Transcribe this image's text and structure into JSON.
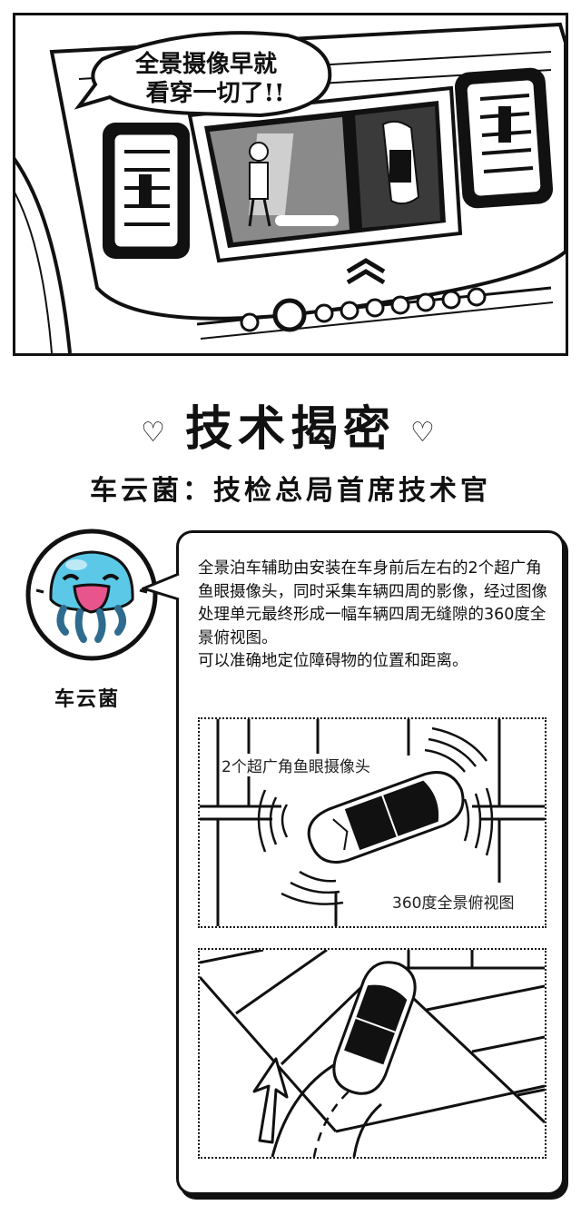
{
  "comic_panel": {
    "speech_line_1": "全景摄像早就",
    "speech_line_2": "看穿一切了!!"
  },
  "section": {
    "title": "技术揭密",
    "byline": "车云菌：技检总局首席技术官"
  },
  "character": {
    "name": "车云菌"
  },
  "explanation": {
    "line_1": "全景泊车辅助由安装在车身前后左右的2个超广角鱼眼摄像头，同时采集车辆四周的影像，经过图像处理单元最终形成一幅车辆四周无缝隙的360度全景俯视图。",
    "line_2": "可以准确地定位障碍物的位置和距离。"
  },
  "diagram_1": {
    "label_cameras": "2个超广角鱼眼摄像头",
    "label_view": "360度全景俯视图"
  },
  "colors": {
    "ink": "#111111",
    "mascot_body": "#5bc8e8",
    "mascot_mouth": "#e8548c",
    "screen_bg": "#4a4a4a"
  }
}
